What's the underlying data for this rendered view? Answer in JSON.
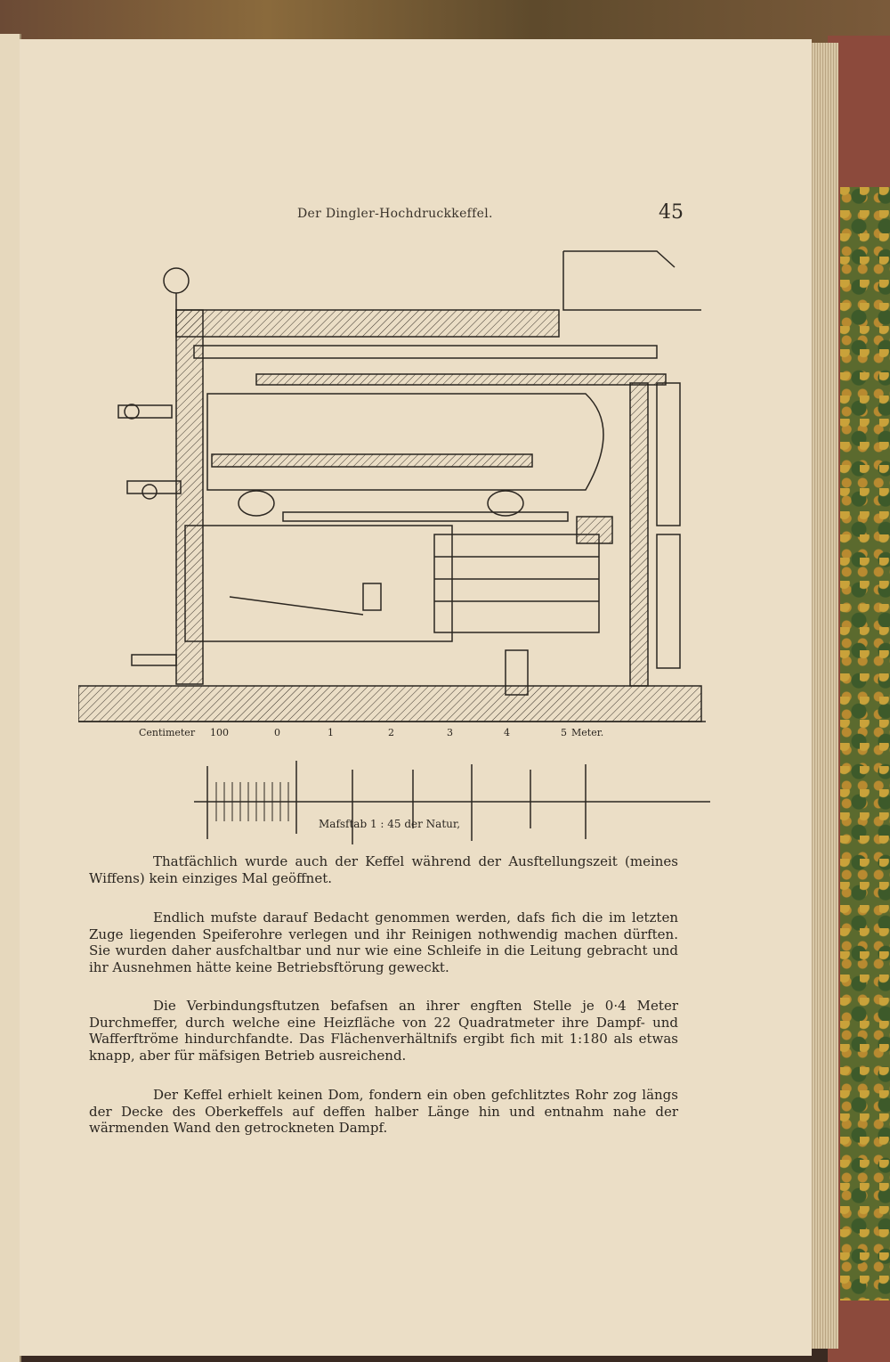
{
  "header": {
    "running_title": "Der Dingler-Hochdruckkeffel.",
    "page_number": "45"
  },
  "figure": {
    "scale": {
      "label_left": "Centimeter",
      "ticks": [
        "100",
        "0",
        "1",
        "2",
        "3",
        "4",
        "5"
      ],
      "label_right": "Meter.",
      "caption": "Mafsftab 1 : 45 der Natur,"
    }
  },
  "paragraphs": [
    "Thatfächlich wurde auch der Keffel während der Ausftellungszeit (meines Wiffens) kein einziges Mal geöffnet.",
    "Endlich mufste darauf Bedacht genommen werden, dafs fich die im letzten Zuge liegenden Speiferohre verlegen und ihr Reinigen nothwendig machen dürften. Sie wurden daher ausfchaltbar und nur wie eine Schleife in die Leitung gebracht und ihr Ausnehmen hätte keine Betriebsftörung geweckt.",
    "Die Verbindungsftutzen befafsen an ihrer engften Stelle je 0·4 Meter Durchmeffer, durch welche eine Heizfläche von 22 Quadratmeter ihre Dampf- und Wafferftröme hindurchfandte. Das Flächenverhältnifs ergibt fich mit 1:180 als etwas knapp, aber für mäfsigen Betrieb ausreichend.",
    "Der Keffel erhielt keinen Dom, fondern ein oben gefchlitztes Rohr zog längs der Decke des Oberkeffels auf deffen halber Länge hin und entnahm nahe der wärmenden Wand den getrockneten Dampf."
  ]
}
